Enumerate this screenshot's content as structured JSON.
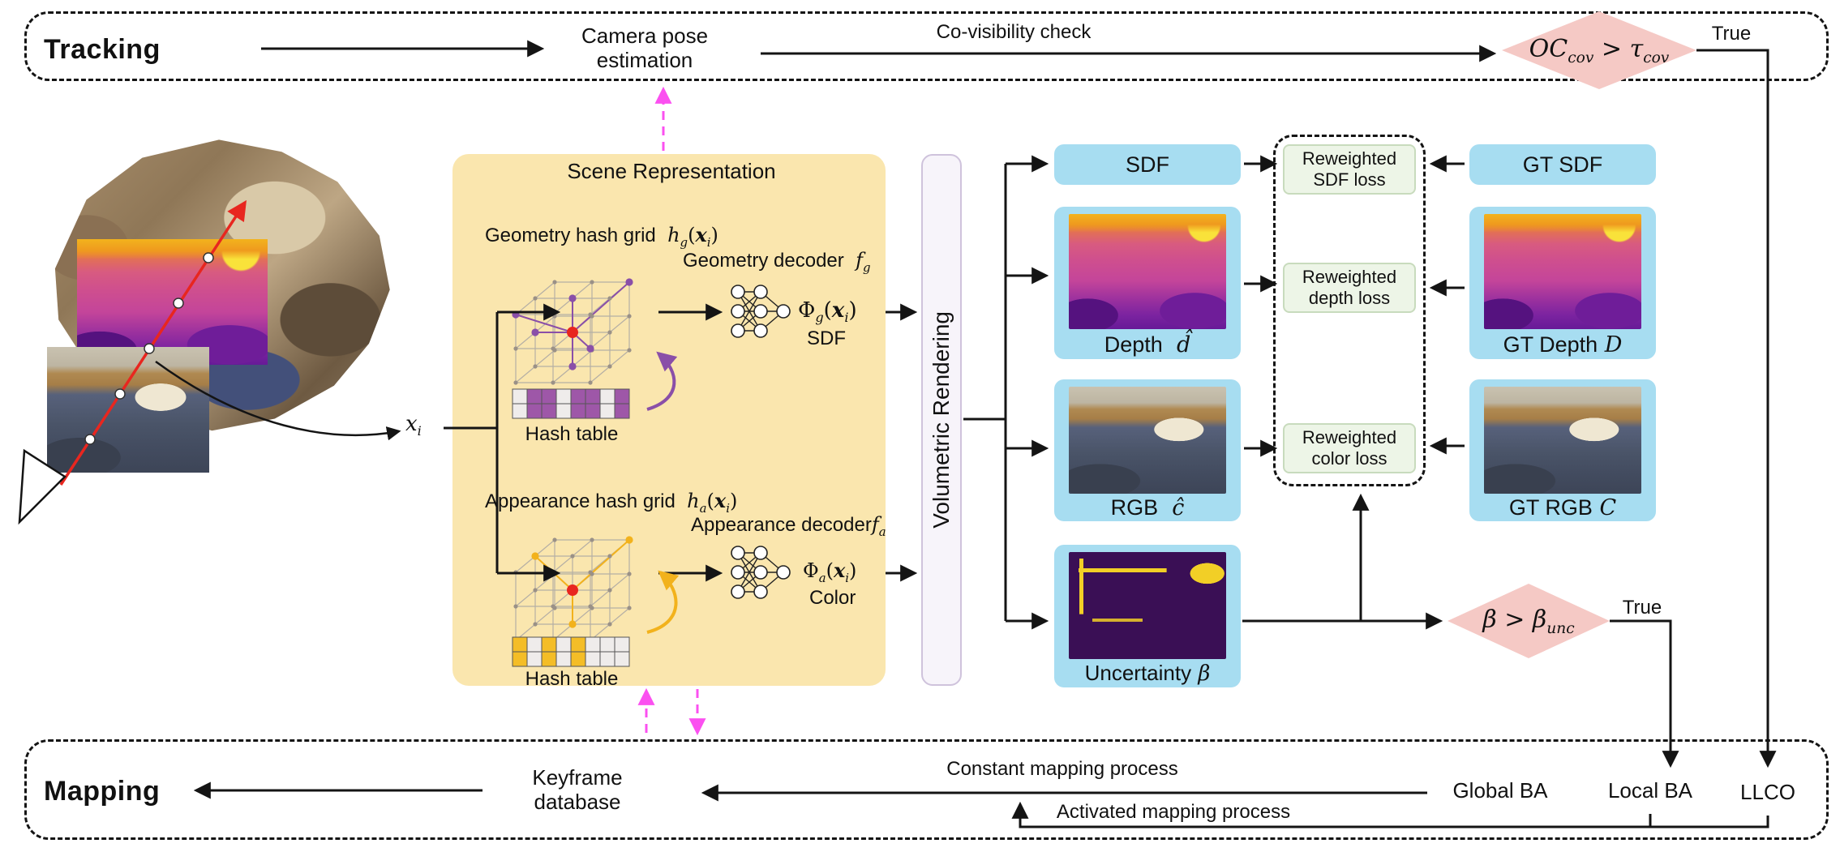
{
  "colors": {
    "scene_bg": "#fae6ae",
    "output_box_bg": "#a7ddf1",
    "diamond_bg": "#f5c9c5",
    "loss_bg": "#edf5e7",
    "loss_border": "#c8dbbd",
    "volumetric_bg": "#f7f4fa",
    "volumetric_border": "#cfc3dc",
    "magenta_arrow": "#fb50f0",
    "purple": "#8a4fa8",
    "purple_cell": "#9e57a8",
    "yellow": "#f2b21c",
    "yellow_cell": "#f4bd27",
    "cell_off": "#efeceb",
    "ray_red": "#e8261f",
    "line_black": "#141414"
  },
  "tracking": {
    "title": "Tracking",
    "camera_pose_line1": "Camera pose",
    "camera_pose_line2": "estimation",
    "covisibility_label": "Co-visibility  check",
    "true_label": "True"
  },
  "decision_cov": {
    "lhs": "OC",
    "lhs_sub": "cov",
    "op": " > ",
    "rhs": "τ",
    "rhs_sub": "cov"
  },
  "scene": {
    "title": "Scene Representation",
    "geometry_grid_label": "Geometry hash grid",
    "geometry_decoder_label": "Geometry decoder",
    "sdf_label": "SDF",
    "hash_table_label_geometry": "Hash table",
    "appearance_grid_label": "Appearance hash grid",
    "appearance_decoder_label": "Appearance decoder",
    "color_label": "Color",
    "hash_table_label_appearance": "Hash table"
  },
  "volumetric_rendering_label": "Volumetric Rendering",
  "outputs": {
    "sdf": "SDF",
    "depth": "Depth",
    "rgb": "RGB",
    "uncertainty": "Uncertainty"
  },
  "gt": {
    "sdf": "GT SDF",
    "depth": "GT Depth",
    "rgb": "GT RGB"
  },
  "losses": {
    "sdf_line1": "Reweighted",
    "sdf_line2": "SDF loss",
    "depth_line1": "Reweighted",
    "depth_line2": "depth loss",
    "color_line1": "Reweighted",
    "color_line2": "color loss"
  },
  "decision_unc": {
    "lhs": "β",
    "op": " > ",
    "rhs": "β",
    "rhs_sub": "unc",
    "true_label": "True"
  },
  "mapping": {
    "title": "Mapping",
    "keyframe_line1": "Keyframe",
    "keyframe_line2": "database",
    "constant_label": "Constant mapping process",
    "activated_label": "Activated mapping process",
    "global_ba": "Global BA",
    "local_ba": "Local BA",
    "llco": "LLCO"
  },
  "math": {
    "xi": {
      "b": "x",
      "s": "i"
    },
    "hg": {
      "f": "h",
      "fs": "g",
      "o": "(",
      "x": "x",
      "xs": "i",
      "c": ")"
    },
    "fg": {
      "b": "f",
      "s": "g"
    },
    "phig": {
      "b": "Φ",
      "s": "g",
      "o": "(",
      "x": "x",
      "xs": "i",
      "c": ")"
    },
    "ha": {
      "f": "h",
      "fs": "a",
      "o": "(",
      "x": "x",
      "xs": "i",
      "c": ")"
    },
    "fa": {
      "b": "f",
      "s": "a"
    },
    "phia": {
      "b": "Φ",
      "s": "a",
      "o": "(",
      "x": "x",
      "xs": "i",
      "c": ")"
    },
    "dhat": "d̂",
    "chat": "ĉ",
    "beta_sym": "β",
    "gtD": "D",
    "gtC": "C"
  }
}
